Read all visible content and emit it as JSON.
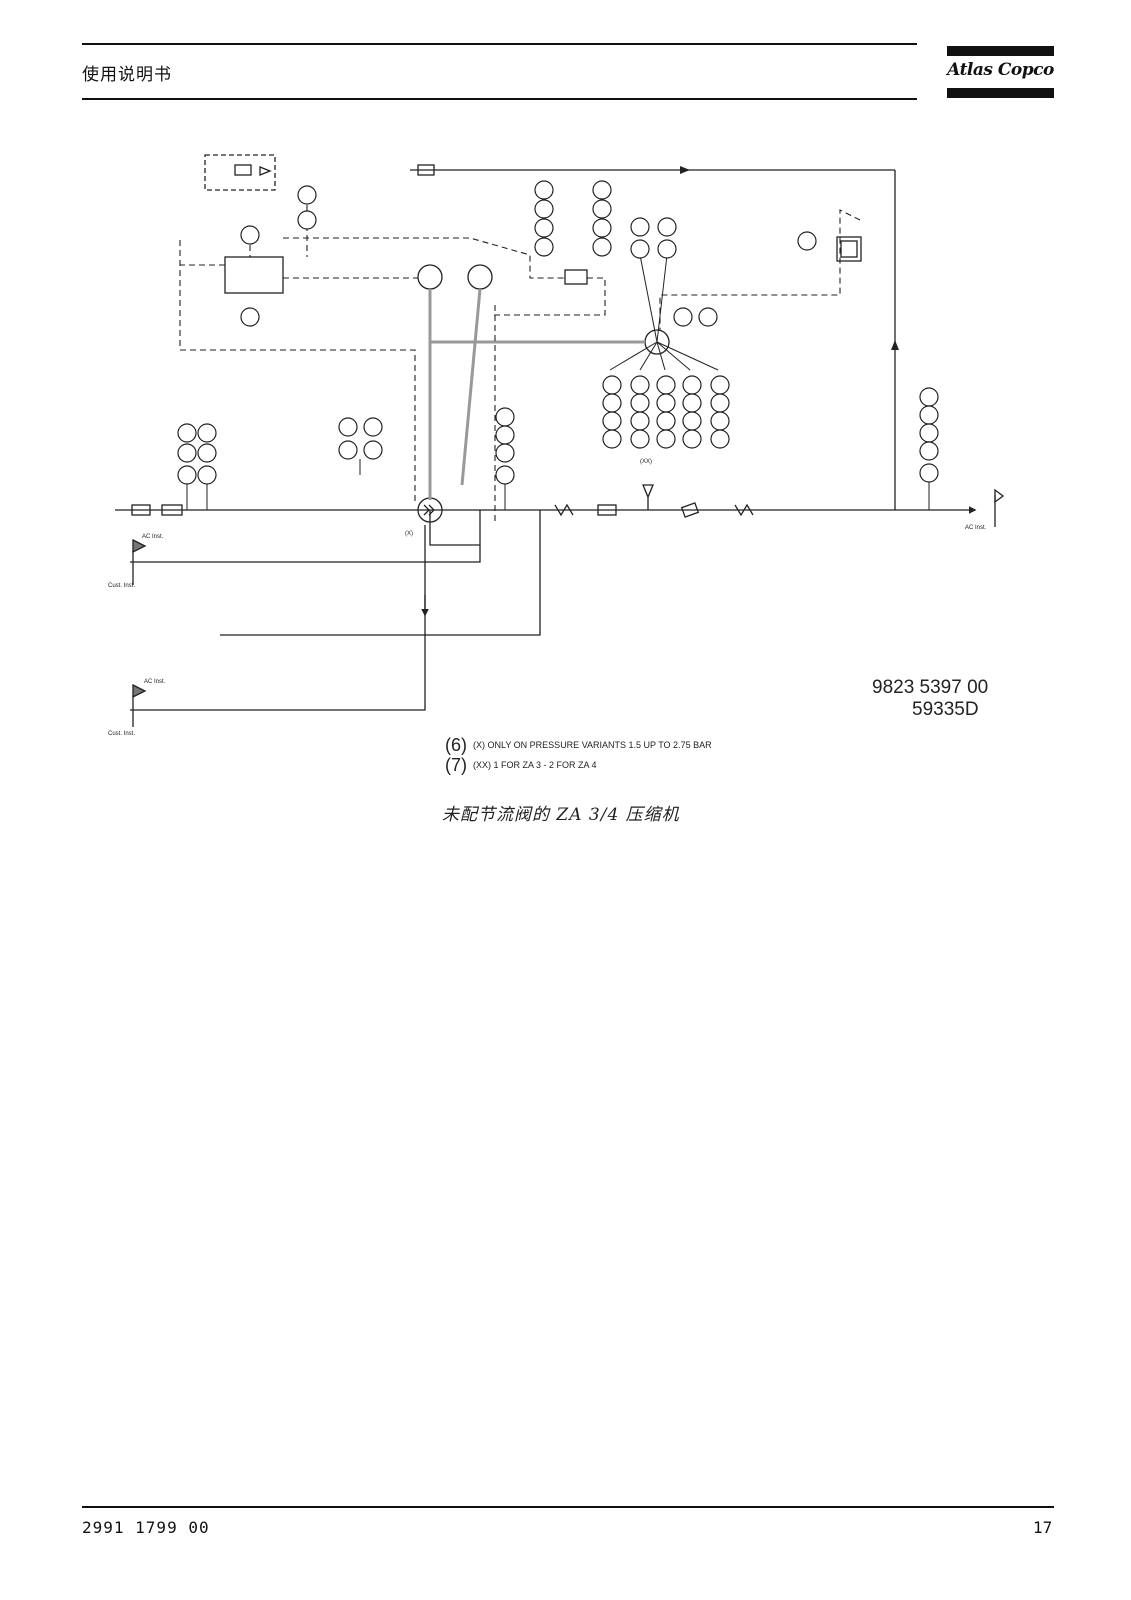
{
  "header": {
    "title": "使用说明书",
    "logo_text": "Atlas Copco"
  },
  "diagram": {
    "labels": {
      "ac_inst": "AC Inst.",
      "cust_inst": "Cust. Inst.",
      "x_marker": "(X)",
      "xx_marker": "(XX)"
    },
    "drawing_number": "9823 5397 00",
    "drawing_ref": "59335D",
    "notes": [
      {
        "num": "(6)",
        "text": "(X)   ONLY ON PRESSURE VARIANTS 1.5 UP TO 2.75 BAR"
      },
      {
        "num": "(7)",
        "text": "(XX)  1 FOR ZA 3 - 2 FOR ZA 4"
      }
    ],
    "caption": "未配节流阀的 ZA 3/4 压缩机"
  },
  "footer": {
    "doc_number": "2991 1799 00",
    "page_number": "17"
  }
}
